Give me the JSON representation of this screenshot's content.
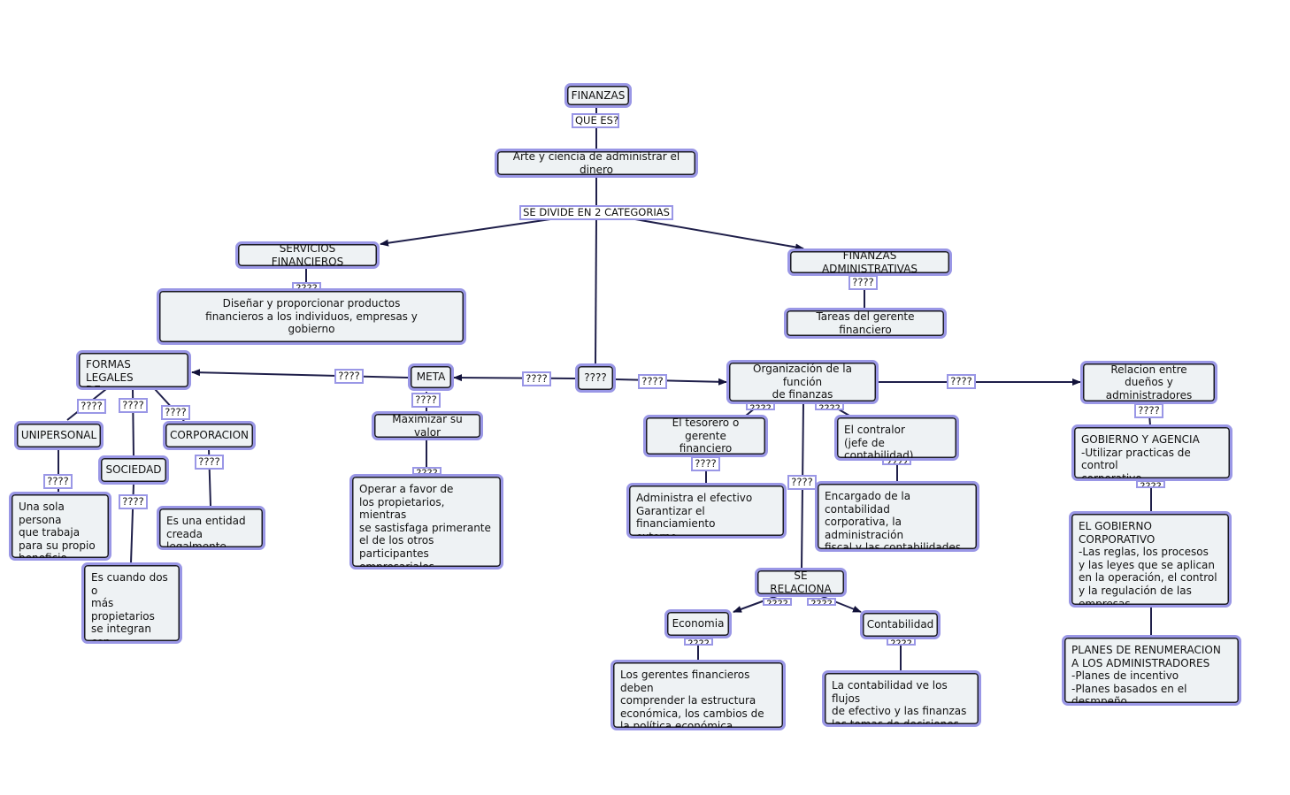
{
  "colors": {
    "node_fill": "#eef2f4",
    "node_border": "#9a97e6",
    "line": "#1f1f4a",
    "label_border": "#9a97e6"
  },
  "nodes": {
    "finanzas": "FINANZAS",
    "arte": "Arte y ciencia de administrar el dinero",
    "servicios": "SERVICIOS FINANCIEROS",
    "disenar": "Diseñar y proporcionar productos\nfinancieros a  los individuos, empresas y\ngobierno",
    "fin_admin": "FINANZAS ADMINISTRATIVAS",
    "tareas": "Tareas del gerente financiero",
    "center_q": "????",
    "meta": "META",
    "maximizar": "Maximizar su valor",
    "operar": "Operar a favor de\nlos propietarios, mientras\nse sastisfaga primerante\nel de los otros participantes\nempresariales",
    "formas": "FORMAS LEGALES\nDE ORGANIZACION",
    "unipersonal": "UNIPERSONAL",
    "sociedad": "SOCIEDAD",
    "corporacion": "CORPORACION",
    "una_sola": "Una sola persona\nque trabaja\npara su propio\nbeneficio",
    "es_cuando": "Es cuando dos o\nmás propietarios\nse integran con\nel mismo fin de\nlucro",
    "es_entidad": "Es una entidad\ncreada legalmente",
    "organizacion": "Organización de la función\nde finanzas",
    "tesorero": "El tesorero o gerente\nfinanciero",
    "contralor": "El contralor\n(jefe de contabilidad)",
    "administra": "Administra el efectivo\nGarantizar el financiamiento\nexterno",
    "encargado": "Encargado de la contabilidad\ncorporativa, la administración\nfiscal y las contabilidades de\ncostos y financieras.",
    "se_relaciona": "SE RELACIONA",
    "economia": "Economia",
    "contabilidad": "Contabilidad",
    "gerentes": "Los gerentes financieros deben\ncomprender la estructura\neconómica, los cambios de\nla política económica",
    "la_contabilidad": "La contabilidad ve los flujos\nde efectivo y las finanzas\n las tomas de decisiones",
    "relacion": "Relacion entre dueños y\nadministradores",
    "gobierno_agencia": "GOBIERNO Y AGENCIA\n-Utilizar practicas de control\ncorporativo",
    "gobierno_corp": "EL GOBIERNO CORPORATIVO\n-Las reglas, los procesos\ny las leyes que se aplican\nen la operación, el control\ny la regulación de las\nempresas.",
    "planes": "PLANES DE RENUMERACION\nA LOS ADMINISTRADORES\n-Planes de incentivo\n-Planes basados en el desmpeño"
  },
  "labels": {
    "que_es": "QUE ES?",
    "se_divide": "SE DIVIDE EN 2 CATEGORIAS",
    "unknown": "????"
  }
}
